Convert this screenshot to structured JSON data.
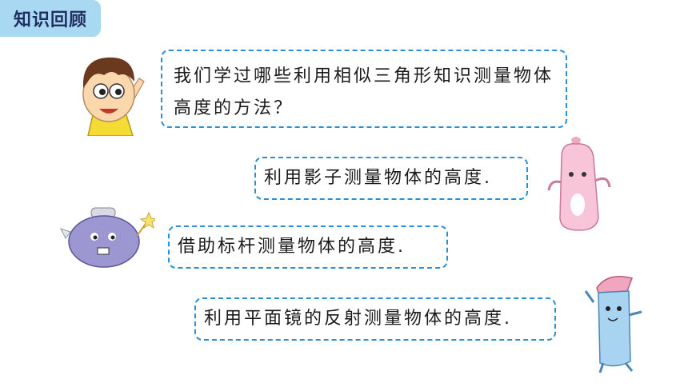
{
  "header": {
    "title": "知识回顾"
  },
  "dialogue": {
    "question": "我们学过哪些利用相似三角形知识测量物体高度的方法？",
    "answer1": "利用影子测量物体的高度.",
    "answer2": "借助标杆测量物体的高度.",
    "answer3": "利用平面镜的反射测量物体的高度."
  },
  "colors": {
    "tag_bg": "#a9d8f2",
    "bubble_border": "#2a8fd6"
  },
  "icons": [
    "boy-character-icon",
    "pink-blob-character-icon",
    "purple-creature-character-icon",
    "blue-pencil-character-icon"
  ]
}
